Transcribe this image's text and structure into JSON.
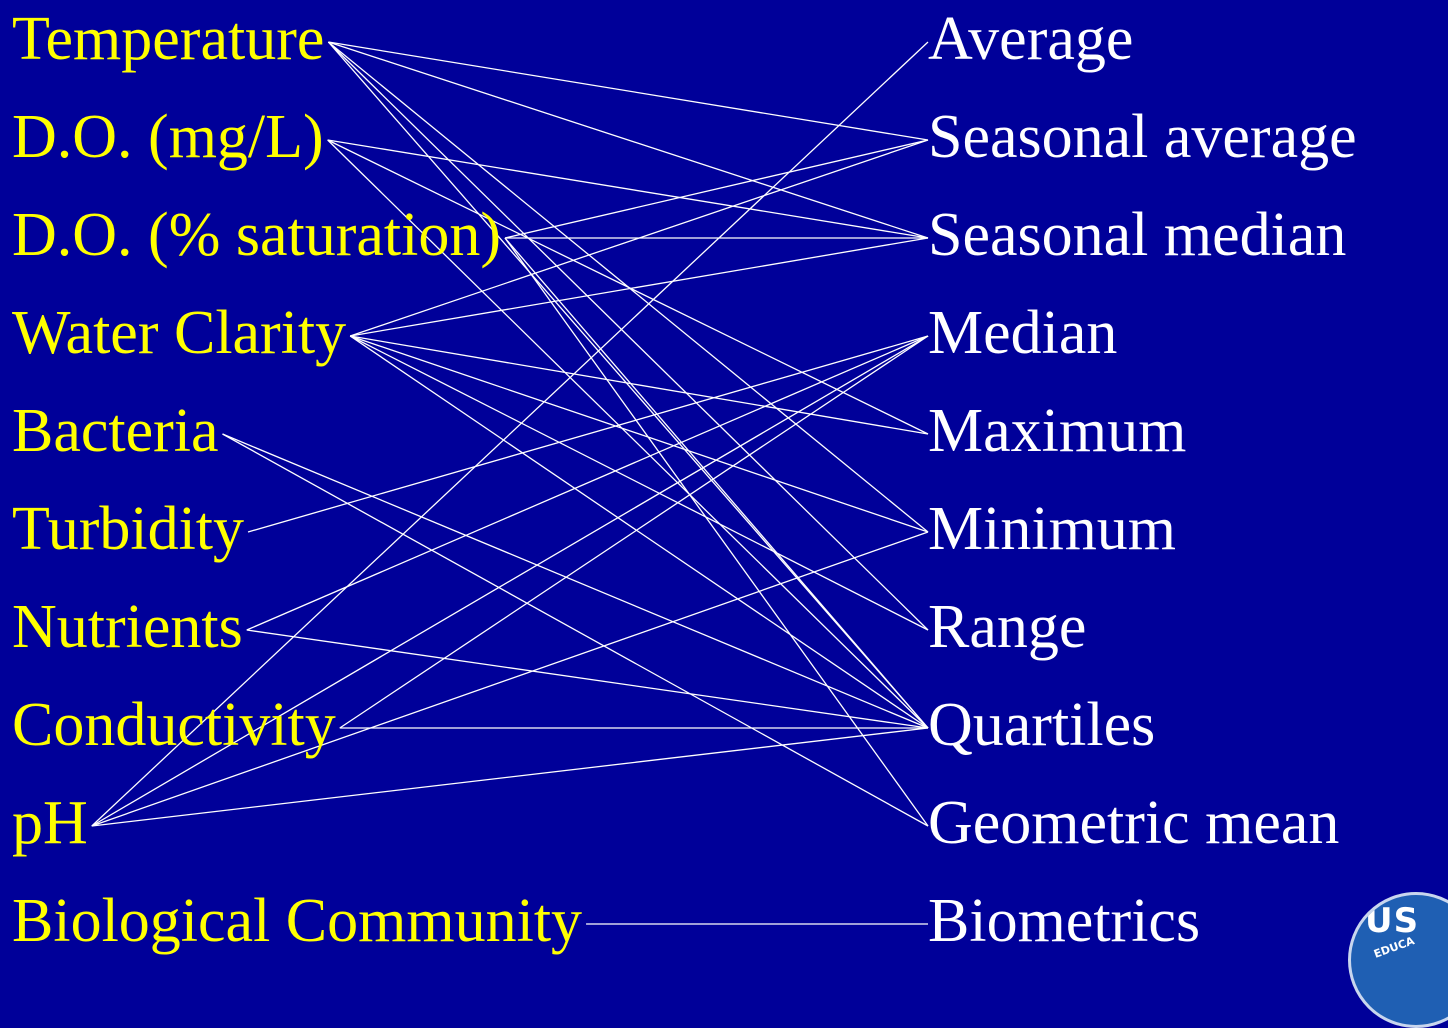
{
  "parameters": [
    "Temperature",
    "D.O. (mg/L)",
    "D.O. (% saturation)",
    "Water Clarity",
    "Bacteria",
    "Turbidity",
    "Nutrients",
    "Conductivity",
    "pH",
    "Biological Community"
  ],
  "statistics": [
    "Average",
    "Seasonal average",
    "Seasonal median",
    "Median",
    "Maximum",
    "Minimum",
    "Range",
    "Quartiles",
    "Geometric mean",
    "Biometrics"
  ],
  "connections": [
    [
      "Temperature",
      "Seasonal average"
    ],
    [
      "Temperature",
      "Seasonal median"
    ],
    [
      "Temperature",
      "Range"
    ],
    [
      "Temperature",
      "Quartiles"
    ],
    [
      "Temperature",
      "Minimum"
    ],
    [
      "D.O. (mg/L)",
      "Seasonal median"
    ],
    [
      "D.O. (mg/L)",
      "Maximum"
    ],
    [
      "D.O. (mg/L)",
      "Quartiles"
    ],
    [
      "D.O. (% saturation)",
      "Seasonal average"
    ],
    [
      "D.O. (% saturation)",
      "Seasonal median"
    ],
    [
      "D.O. (% saturation)",
      "Quartiles"
    ],
    [
      "D.O. (% saturation)",
      "Geometric mean"
    ],
    [
      "Water Clarity",
      "Seasonal average"
    ],
    [
      "Water Clarity",
      "Seasonal median"
    ],
    [
      "Water Clarity",
      "Maximum"
    ],
    [
      "Water Clarity",
      "Minimum"
    ],
    [
      "Water Clarity",
      "Range"
    ],
    [
      "Water Clarity",
      "Quartiles"
    ],
    [
      "Bacteria",
      "Quartiles"
    ],
    [
      "Bacteria",
      "Geometric mean"
    ],
    [
      "Turbidity",
      "Median"
    ],
    [
      "Nutrients",
      "Median"
    ],
    [
      "Nutrients",
      "Quartiles"
    ],
    [
      "Conductivity",
      "Median"
    ],
    [
      "Conductivity",
      "Quartiles"
    ],
    [
      "pH",
      "Average"
    ],
    [
      "pH",
      "Median"
    ],
    [
      "pH",
      "Minimum"
    ],
    [
      "pH",
      "Quartiles"
    ],
    [
      "Biological Community",
      "Biometrics"
    ]
  ],
  "logo": {
    "text": "US",
    "subtext": "EDUCA"
  }
}
